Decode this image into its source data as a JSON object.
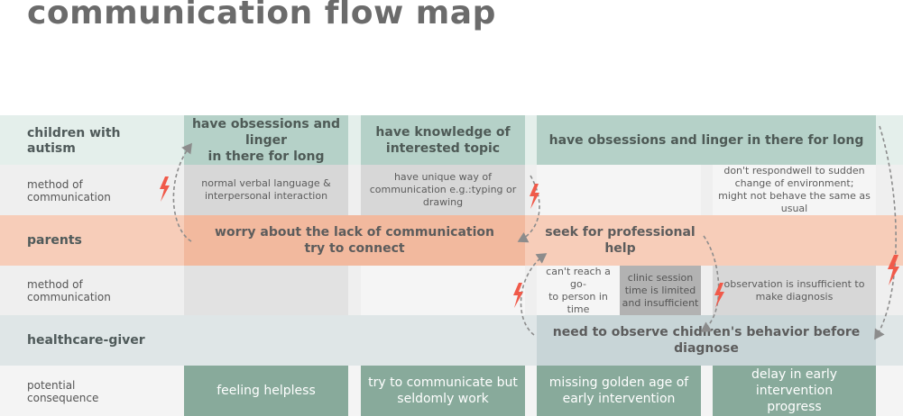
{
  "title": "communication flow map",
  "rows": {
    "children": "children with\nautism",
    "children_method": "method of\ncommunication",
    "parents": "parents",
    "parents_method": "method of\ncommunication",
    "healthcare": "healthcare-giver",
    "consequence": "potential\nconsequence"
  },
  "children_cells": [
    "have obsessions and linger\nin there for long",
    "have knowledge of\ninterested topic",
    "have obsessions and linger in there for long"
  ],
  "children_method_cells": [
    "normal verbal language &\ninterpersonal interaction",
    "have unique way of\ncommunication e.g.:typing or\ndrawing",
    "don't respondwell to sudden\nchange of environment;\nmight not behave the same as\nusual"
  ],
  "parents_cells": [
    "worry about the lack of communication\ntry to connect",
    "seek for professional help"
  ],
  "parents_method_cells": [
    "can't reach a go-\nto person in time",
    "clinic session\ntime is limited\nand insufficient",
    "observation is insufficient to\nmake diagnosis"
  ],
  "healthcare_cells": [
    "need to observe chidlren's behavior before diagnose"
  ],
  "consequences": [
    "feeling helpless",
    "try to communicate but\nseldomly work",
    "missing golden age of\nearly intervention",
    "delay in early intervention\nprogress"
  ],
  "colors": {
    "teal_band": "#e4efeb",
    "salmon_band": "#f7cdb9",
    "slate_band": "#dfe6e7",
    "grey_band": "#efefef",
    "accent_red": "#f05a4a",
    "consequence": "#88aa9b"
  },
  "icons": [
    "lightning-icon",
    "dashed-arrow-icon"
  ]
}
